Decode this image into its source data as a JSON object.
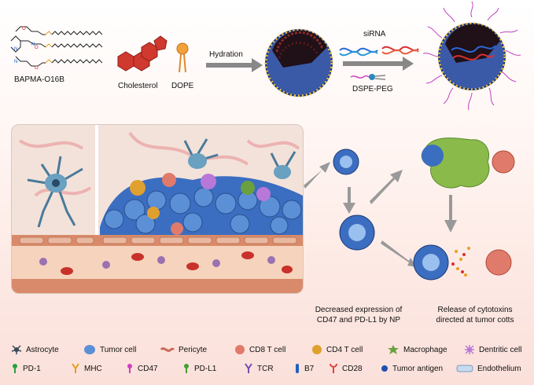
{
  "synthesis": {
    "lipid_label": "BAPMA-O16B",
    "cholesterol_label": "Cholesterol",
    "dope_label": "DOPE",
    "hydration_label": "Hydration",
    "sirna_label": "siRNA",
    "dspe_peg_label": "DSPE-PEG"
  },
  "captions": {
    "left": [
      "Decreased expression of",
      "CD47 and PD-L1 by NP"
    ],
    "right": [
      "Release of cytotoxins",
      "directed at tumor cotts"
    ]
  },
  "legend": {
    "row1": [
      {
        "icon": "astrocyte-icon",
        "label": "Astrocyte",
        "color": "#3a4a5a"
      },
      {
        "icon": "tumor-cell-icon",
        "label": "Tumor cell",
        "color": "#5b8fd6"
      },
      {
        "icon": "pericyte-icon",
        "label": "Pericyte",
        "color": "#c96a5a"
      },
      {
        "icon": "cd8-t-cell-icon",
        "label": "CD8 T cell",
        "color": "#e07a6a"
      },
      {
        "icon": "cd4-t-cell-icon",
        "label": "CD4 T cell",
        "color": "#e0a030"
      },
      {
        "icon": "macrophage-icon",
        "label": "Macrophage",
        "color": "#6aa040"
      },
      {
        "icon": "dendritic-cell-icon",
        "label": "Dentritic cell",
        "color": "#b878d8"
      }
    ],
    "row2": [
      {
        "icon": "pd1-icon",
        "label": "PD-1",
        "color": "#2aa040"
      },
      {
        "icon": "mhc-icon",
        "label": "MHC",
        "color": "#e0a020"
      },
      {
        "icon": "cd47-icon",
        "label": "CD47",
        "color": "#d040c0"
      },
      {
        "icon": "pdl1-icon",
        "label": "PD-L1",
        "color": "#40a030"
      },
      {
        "icon": "tcr-icon",
        "label": "TCR",
        "color": "#7050b0"
      },
      {
        "icon": "b7-icon",
        "label": "B7",
        "color": "#2060c0"
      },
      {
        "icon": "cd28-icon",
        "label": "CD28",
        "color": "#e04040"
      },
      {
        "icon": "tumor-antigen-icon",
        "label": "Tumor antigen",
        "color": "#2050b0"
      },
      {
        "icon": "endothelium-icon",
        "label": "Endothelium",
        "color": "#a0c0e0"
      }
    ]
  }
}
